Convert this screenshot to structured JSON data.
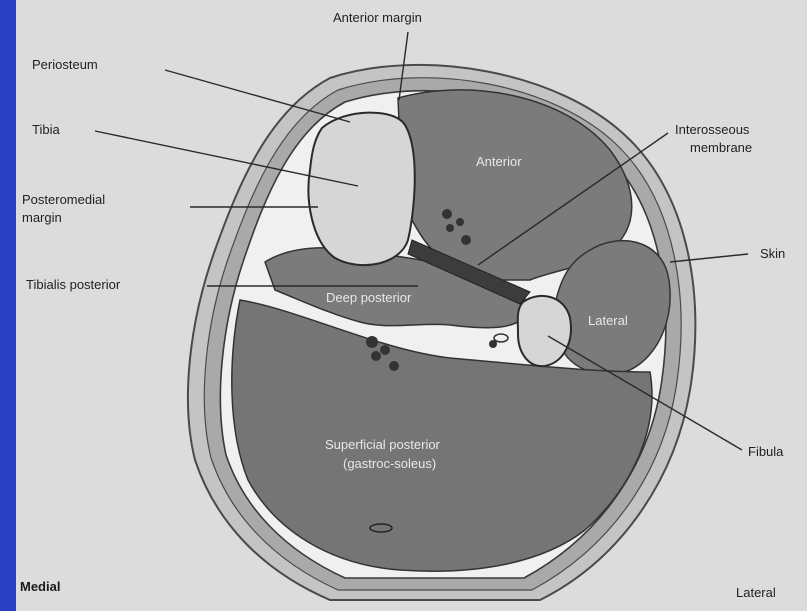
{
  "labels": {
    "anterior_margin": "Anterior margin",
    "periosteum": "Periosteum",
    "tibia": "Tibia",
    "posteromedial_line1": "Posteromedial",
    "posteromedial_line2": "margin",
    "tibialis_posterior": "Tibialis posterior",
    "interosseous_line1": "Interosseous",
    "interosseous_line2": "membrane",
    "skin": "Skin",
    "fibula": "Fibula",
    "medial": "Medial",
    "lateral": "Lateral"
  },
  "compartments": {
    "anterior": "Anterior",
    "deep_posterior": "Deep posterior",
    "lateral": "Lateral",
    "superficial_line1": "Superficial posterior",
    "superficial_line2": "(gastroc-soleus)"
  },
  "colors": {
    "slide_background": "#2a3fc4",
    "plate": "#dcdcdc",
    "muscle": "#7b7b7b",
    "bone": "#d8d8d8",
    "fascia": "#efefef",
    "skin": "#bdbdbd"
  }
}
